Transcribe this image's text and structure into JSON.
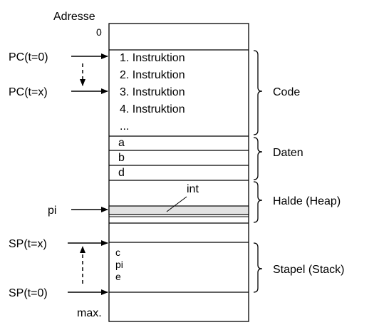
{
  "header": {
    "address_label": "Adresse",
    "zero_label": "0"
  },
  "code": {
    "instructions": [
      "1. Instruktion",
      "2. Instruktion",
      "3. Instruktion",
      "4. Instruktion",
      "..."
    ]
  },
  "data_segment": {
    "cells": [
      "a",
      "b",
      "d"
    ]
  },
  "heap": {
    "int_label": "int"
  },
  "stack": {
    "cells": [
      "c",
      "pi",
      "e"
    ]
  },
  "pointers": {
    "pc_t0": "PC(t=0)",
    "pc_tx": "PC(t=x)",
    "pi": "pi",
    "sp_tx": "SP(t=x)",
    "sp_t0": "SP(t=0)"
  },
  "segments": {
    "code": "Code",
    "data": "Daten",
    "heap": "Halde (Heap)",
    "stack": "Stapel (Stack)"
  },
  "footer": {
    "max_label": "max."
  }
}
